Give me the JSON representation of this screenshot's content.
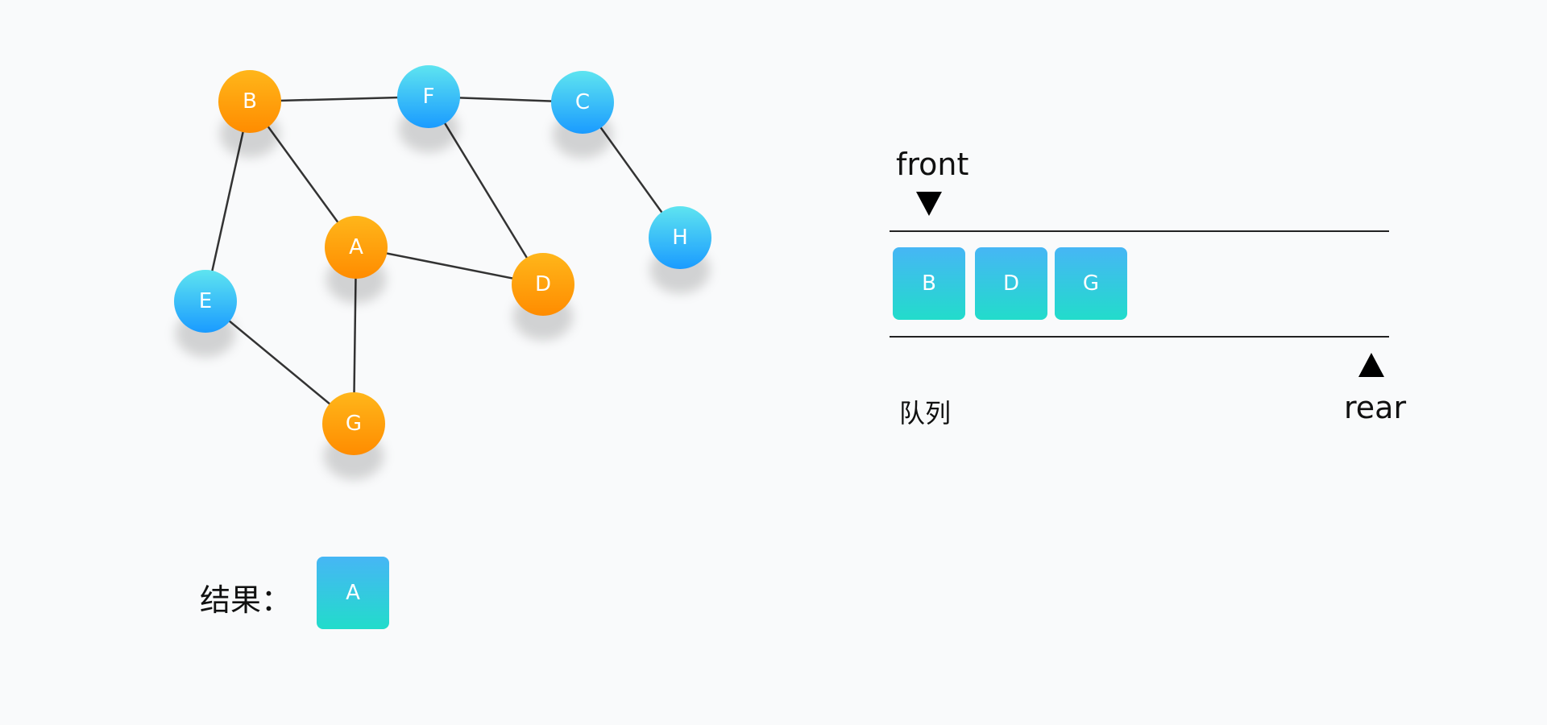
{
  "graph": {
    "nodes": [
      {
        "id": "B",
        "label": "B",
        "state": "visited"
      },
      {
        "id": "F",
        "label": "F",
        "state": "unvisited"
      },
      {
        "id": "C",
        "label": "C",
        "state": "unvisited"
      },
      {
        "id": "H",
        "label": "H",
        "state": "unvisited"
      },
      {
        "id": "A",
        "label": "A",
        "state": "visited"
      },
      {
        "id": "D",
        "label": "D",
        "state": "visited"
      },
      {
        "id": "E",
        "label": "E",
        "state": "unvisited"
      },
      {
        "id": "G",
        "label": "G",
        "state": "visited"
      }
    ],
    "edges": [
      [
        "B",
        "F"
      ],
      [
        "F",
        "C"
      ],
      [
        "C",
        "H"
      ],
      [
        "B",
        "A"
      ],
      [
        "B",
        "E"
      ],
      [
        "F",
        "D"
      ],
      [
        "A",
        "D"
      ],
      [
        "A",
        "G"
      ],
      [
        "E",
        "G"
      ]
    ]
  },
  "colors": {
    "visited_top": "#ffb61a",
    "visited_bottom": "#ff8c00",
    "unvisited_top": "#5ee4f0",
    "unvisited_bottom": "#1a9bff",
    "edge": "#333333"
  },
  "queue": {
    "front_label": "front",
    "rear_label": "rear",
    "caption": "队列",
    "items": [
      "B",
      "D",
      "G"
    ]
  },
  "result": {
    "label": "结果：",
    "items": [
      "A"
    ]
  }
}
